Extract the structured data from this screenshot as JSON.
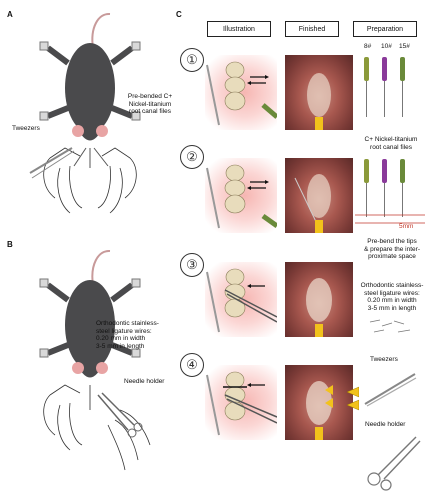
{
  "panels": {
    "a": "A",
    "b": "B",
    "c": "C"
  },
  "panel_a": {
    "tweezers_label": "Tweezers",
    "files_label_lines": [
      "Pre-bended C+",
      "Nickel-titanium",
      "root canal files"
    ]
  },
  "panel_b": {
    "wire_label_lines": [
      "Orthodontic stainless-",
      "steel ligature wires:",
      "0.20 mm in width",
      "3-5 mm in length"
    ],
    "needle_label": "Needle holder"
  },
  "panel_c": {
    "headers": [
      "Illustration",
      "Finished",
      "Preparation"
    ],
    "steps": [
      "①",
      "②",
      "③",
      "④"
    ],
    "file_sizes": [
      "8#",
      "10#",
      "15#"
    ],
    "files_caption_lines": [
      "C+  Nickel-titanium",
      "root canal files"
    ],
    "measure_label": "5mm",
    "pre_bend_lines": [
      "Pre-bend the tips",
      "& prepare the inter-",
      "proximate space"
    ],
    "ortho_lines": [
      "Orthodontic stainless-",
      "steel ligature wires:",
      "0.20 mm in width",
      "3-5 mm in length"
    ],
    "tweezers_label": "Tweezers",
    "needle_label": "Needle holder"
  },
  "colors": {
    "mouse": "#4a4a4c",
    "gingiva": "#f4aaa5",
    "tooth": "#e8dcbc",
    "file_8": "#8b9a3a",
    "file_10": "#8a3a9a",
    "file_15": "#6a8a3a",
    "arrowhead": "#f2c21b",
    "measure_line": "#c0392b"
  },
  "icons": [
    "mouse-illustration",
    "hand-icon",
    "tweezers-icon",
    "needle-holder-icon",
    "root-canal-file-icon",
    "ligature-wire-icon",
    "arrow-icon"
  ]
}
